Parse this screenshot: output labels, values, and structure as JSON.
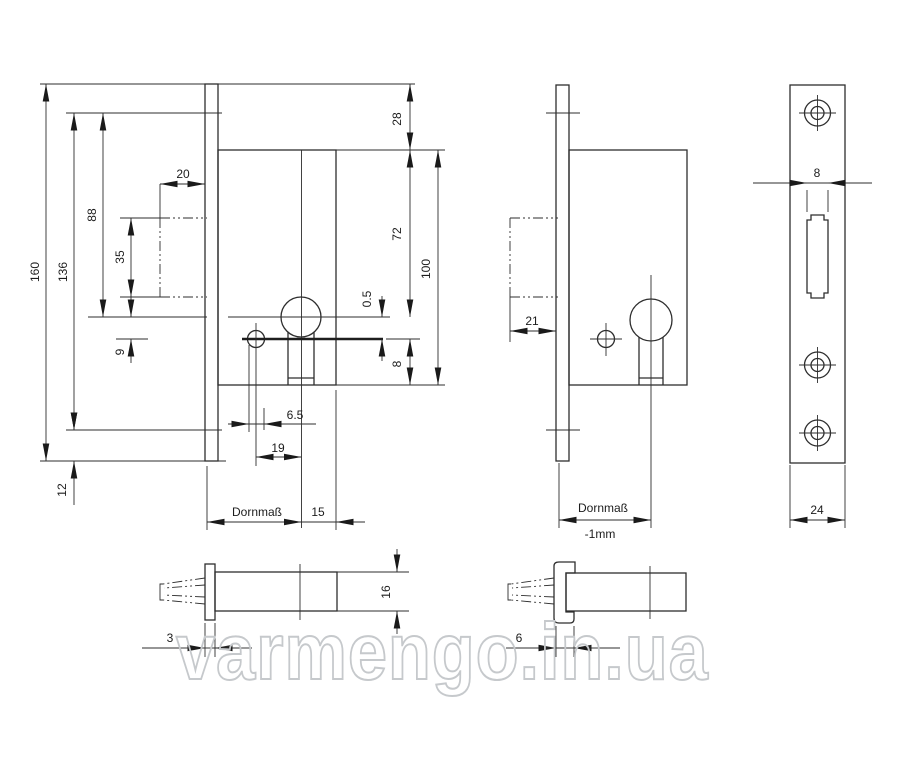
{
  "watermark": {
    "text": "varmengo.in.ua"
  },
  "views": {
    "lock_front": {
      "dims": {
        "total_height": "160",
        "hole_to_bottom": "136",
        "hole_to_axis": "88",
        "pocket_height": "35",
        "axis_gap": "9",
        "bottom_margin": "12",
        "pocket_width": "20",
        "top_margin": "28",
        "top_to_axis": "72",
        "case_height": "100",
        "clearance": "0.5",
        "axis_to_bottom": "8",
        "hub_offset": "6.5",
        "hub_to_cylinder": "19",
        "backset_label": "Dornmaß",
        "cylinder_to_back": "15"
      }
    },
    "lock_front_hook": {
      "dims": {
        "pocket_width": "21",
        "backset_label": "Dornmaß",
        "backset_note": "-1mm"
      }
    },
    "strike_plate": {
      "dims": {
        "slot_width": "8",
        "plate_width": "24"
      }
    },
    "lock_side": {
      "dims": {
        "faceplate_thickness": "3",
        "case_thickness": "16"
      }
    },
    "lock_side_hook": {
      "dims": {
        "channel_depth": "6"
      }
    }
  }
}
